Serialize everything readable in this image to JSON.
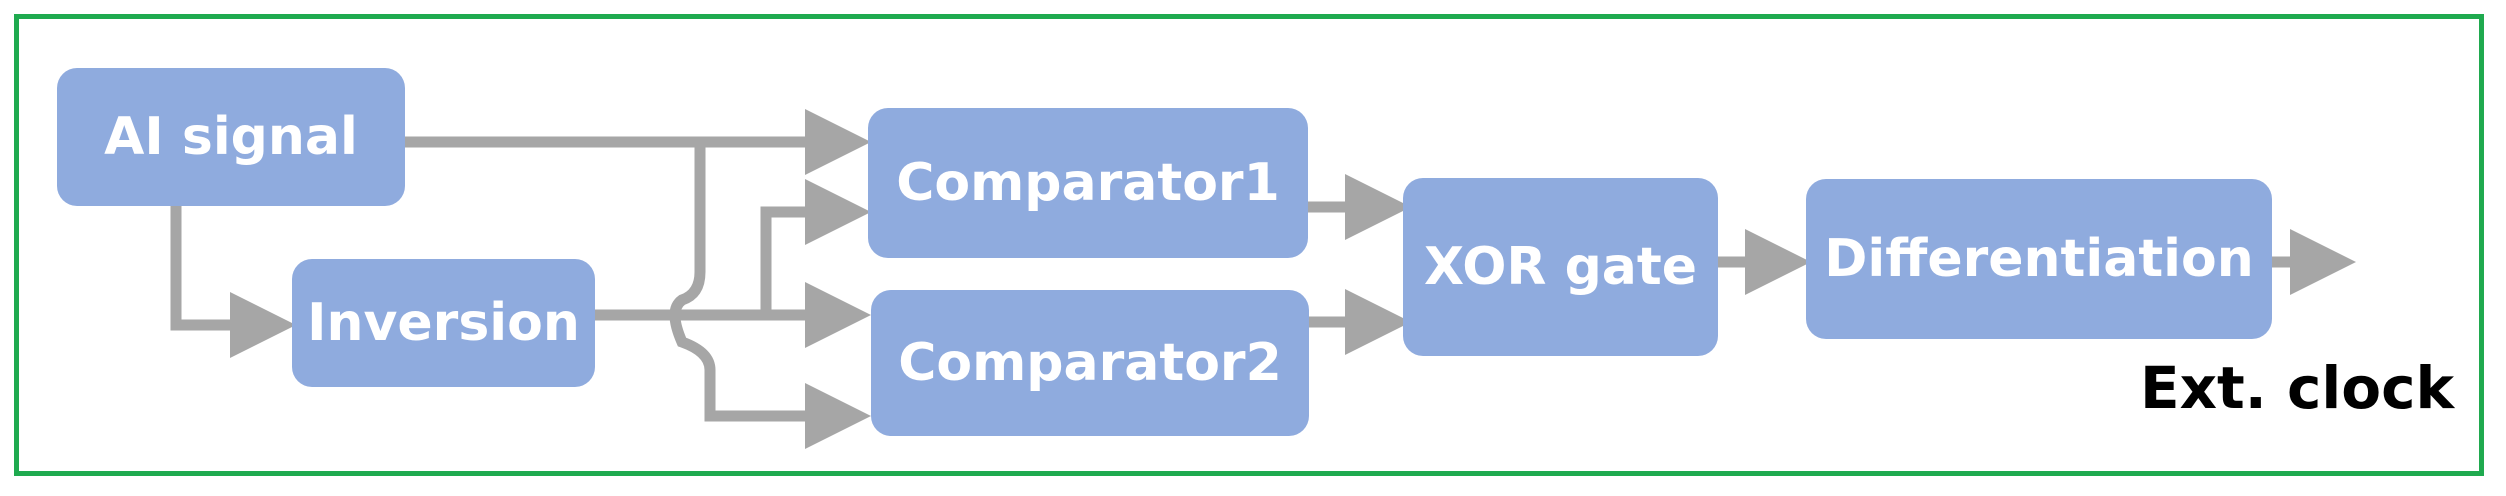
{
  "diagram": {
    "blocks": {
      "ai_signal": "AI signal",
      "inversion": "Inversion",
      "comparator1": "Comparator1",
      "comparator2": "Comparator2",
      "xor_gate": "XOR gate",
      "differentiation": "Differentiation"
    },
    "caption": "Ext. clock"
  },
  "colors": {
    "frame": "#1faa4f",
    "block_fill": "#8fabde",
    "block_text": "#ffffff",
    "connector": "#a6a6a6"
  }
}
